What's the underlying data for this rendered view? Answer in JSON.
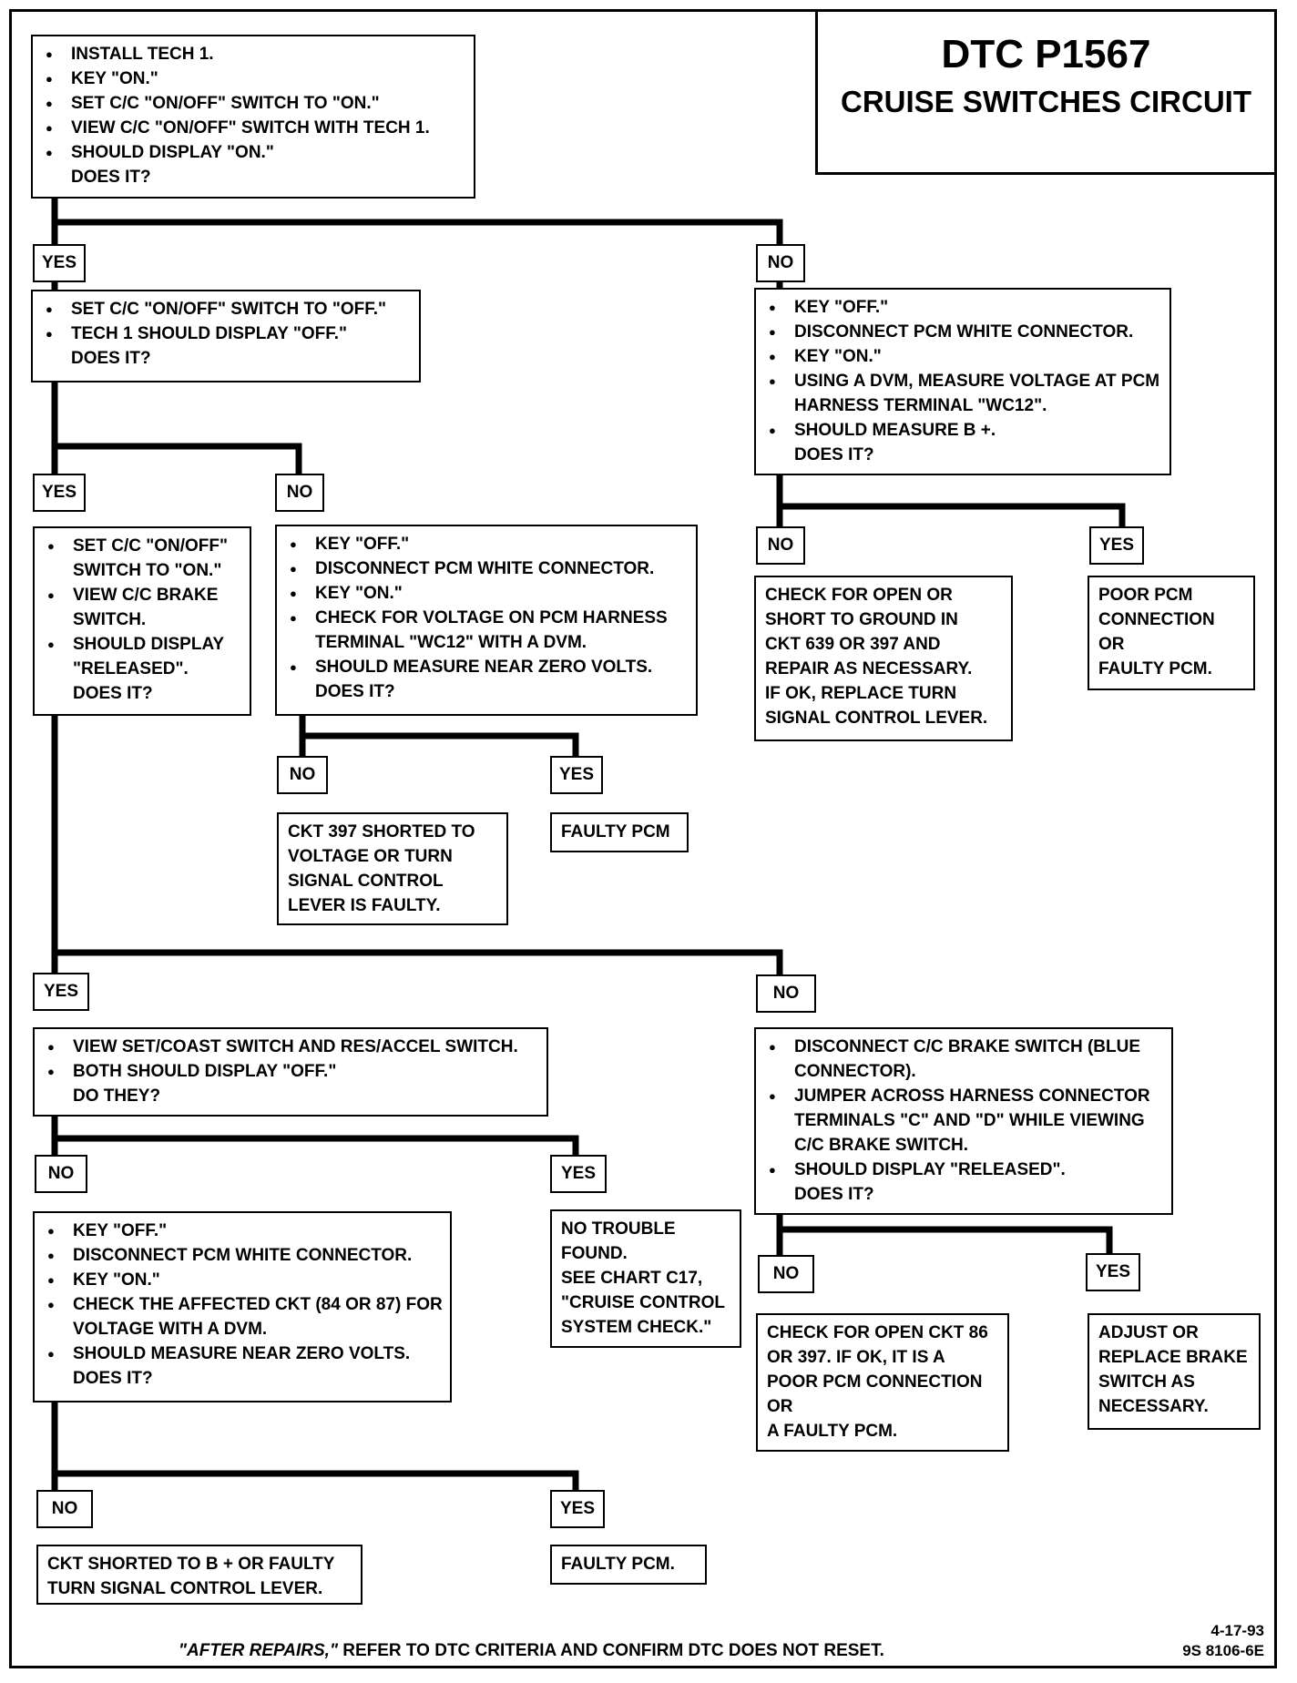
{
  "title": "DTC P1567",
  "subtitle": "CRUISE SWITCHES CIRCUIT",
  "footer": {
    "note_italic": "\"AFTER REPAIRS,\"",
    "note_rest": " REFER TO DTC CRITERIA AND CONFIRM DTC DOES NOT RESET.",
    "date": "4-17-93",
    "code": "9S 8106-6E"
  },
  "labels": {
    "yes": "YES",
    "no": "NO"
  },
  "steps": {
    "s1": {
      "items": [
        "INSTALL TECH 1.",
        "KEY \"ON.\"",
        "SET C/C \"ON/OFF\" SWITCH TO \"ON.\"",
        "VIEW C/C \"ON/OFF\" SWITCH WITH TECH 1.",
        "SHOULD DISPLAY \"ON.\""
      ],
      "question": "DOES IT?"
    },
    "s2": {
      "items": [
        "SET C/C \"ON/OFF\" SWITCH TO \"OFF.\"",
        "TECH 1 SHOULD DISPLAY \"OFF.\""
      ],
      "question": "DOES IT?"
    },
    "s3": {
      "items": [
        "KEY \"OFF.\"",
        "DISCONNECT PCM WHITE CONNECTOR.",
        "KEY \"ON.\"",
        "USING A DVM, MEASURE VOLTAGE AT PCM HARNESS TERMINAL \"WC12\".",
        "SHOULD MEASURE B +."
      ],
      "question": "DOES IT?"
    },
    "s4": {
      "items": [
        "SET C/C \"ON/OFF\" SWITCH TO \"ON.\"",
        "VIEW C/C BRAKE SWITCH.",
        "SHOULD DISPLAY \"RELEASED\"."
      ],
      "question": "DOES IT?"
    },
    "s5": {
      "items": [
        "KEY \"OFF.\"",
        "DISCONNECT PCM WHITE CONNECTOR.",
        "KEY \"ON.\"",
        "CHECK FOR VOLTAGE ON PCM HARNESS TERMINAL \"WC12\" WITH A DVM.",
        "SHOULD MEASURE NEAR ZERO VOLTS."
      ],
      "question": "DOES IT?"
    },
    "s6": {
      "items": [
        "VIEW SET/COAST SWITCH AND RES/ACCEL SWITCH.",
        "BOTH SHOULD DISPLAY \"OFF.\""
      ],
      "question": "DO THEY?"
    },
    "s7": {
      "items": [
        "DISCONNECT C/C BRAKE SWITCH (BLUE CONNECTOR).",
        "JUMPER ACROSS HARNESS CONNECTOR TERMINALS \"C\" AND \"D\" WHILE VIEWING C/C BRAKE SWITCH.",
        "SHOULD DISPLAY \"RELEASED\"."
      ],
      "question": "DOES IT?"
    },
    "s8": {
      "items": [
        "KEY \"OFF.\"",
        "DISCONNECT PCM WHITE CONNECTOR.",
        "KEY \"ON.\"",
        "CHECK THE AFFECTED CKT (84 OR 87) FOR VOLTAGE WITH A DVM.",
        "SHOULD MEASURE NEAR ZERO VOLTS."
      ],
      "question": "DOES IT?"
    }
  },
  "results": {
    "r1": "CHECK FOR OPEN OR\nSHORT TO GROUND IN\nCKT 639 OR 397 AND\nREPAIR AS NECESSARY.\nIF OK, REPLACE TURN\nSIGNAL CONTROL LEVER.",
    "r2": "POOR PCM\nCONNECTION\nOR\nFAULTY PCM.",
    "r3": "CKT 397 SHORTED TO\nVOLTAGE OR TURN\nSIGNAL CONTROL\nLEVER IS FAULTY.",
    "r4": "FAULTY PCM",
    "r5": "NO TROUBLE\nFOUND.\nSEE CHART C17,\n\"CRUISE CONTROL\nSYSTEM CHECK.\"",
    "r6": "CHECK FOR OPEN CKT 86\nOR 397.  IF OK, IT IS A\nPOOR PCM CONNECTION\nOR\nA FAULTY PCM.",
    "r7": "ADJUST OR\nREPLACE BRAKE\nSWITCH AS\nNECESSARY.",
    "r8": "CKT SHORTED TO B +  OR FAULTY\nTURN SIGNAL CONTROL LEVER.",
    "r9": "FAULTY PCM."
  }
}
